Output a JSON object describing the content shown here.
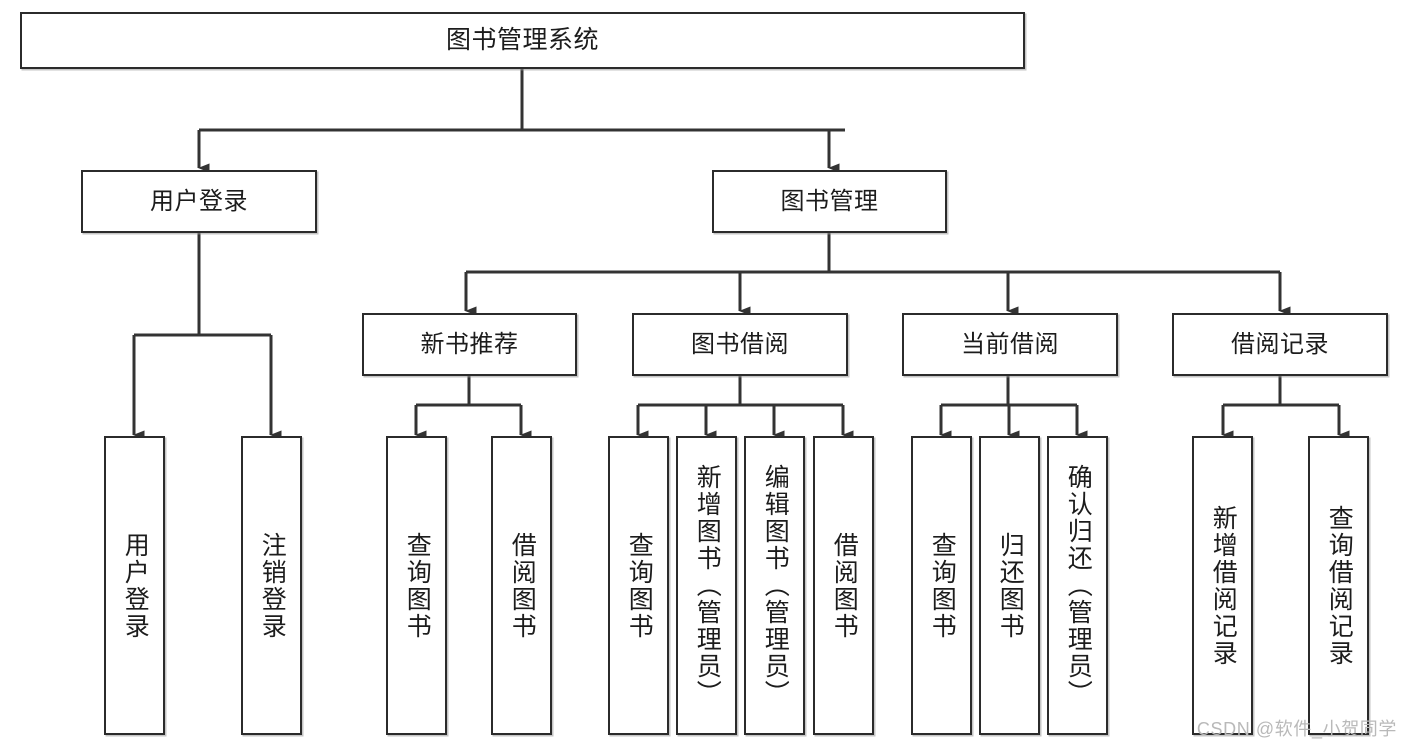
{
  "diagram": {
    "title": "图书管理系统",
    "watermark": "CSDN @软件_小贺同学",
    "colors": {
      "box_border": "#2b2b2b",
      "box_fill": "#ffffff",
      "connector": "#333333",
      "text": "#1c1c1c",
      "watermark": "#b9b9b9",
      "background": "#ffffff"
    },
    "root": {
      "label": "图书管理系统"
    },
    "level2": [
      {
        "label": "用户登录"
      },
      {
        "label": "图书管理"
      }
    ],
    "level3": [
      {
        "label": "新书推荐"
      },
      {
        "label": "图书借阅"
      },
      {
        "label": "当前借阅"
      },
      {
        "label": "借阅记录"
      }
    ],
    "leaves": {
      "user_login": [
        {
          "label": "用户登录"
        },
        {
          "label": "注销登录"
        }
      ],
      "new_book_recommend": [
        {
          "label": "查询图书"
        },
        {
          "label": "借阅图书"
        }
      ],
      "book_borrow": [
        {
          "label": "查询图书"
        },
        {
          "label": "新增图书（管理员）"
        },
        {
          "label": "编辑图书（管理员）"
        },
        {
          "label": "借阅图书"
        }
      ],
      "current_borrow": [
        {
          "label": "查询图书"
        },
        {
          "label": "归还图书"
        },
        {
          "label": "确认归还（管理员）"
        }
      ],
      "borrow_record": [
        {
          "label": "新增借阅记录"
        },
        {
          "label": "查询借阅记录"
        }
      ]
    }
  }
}
